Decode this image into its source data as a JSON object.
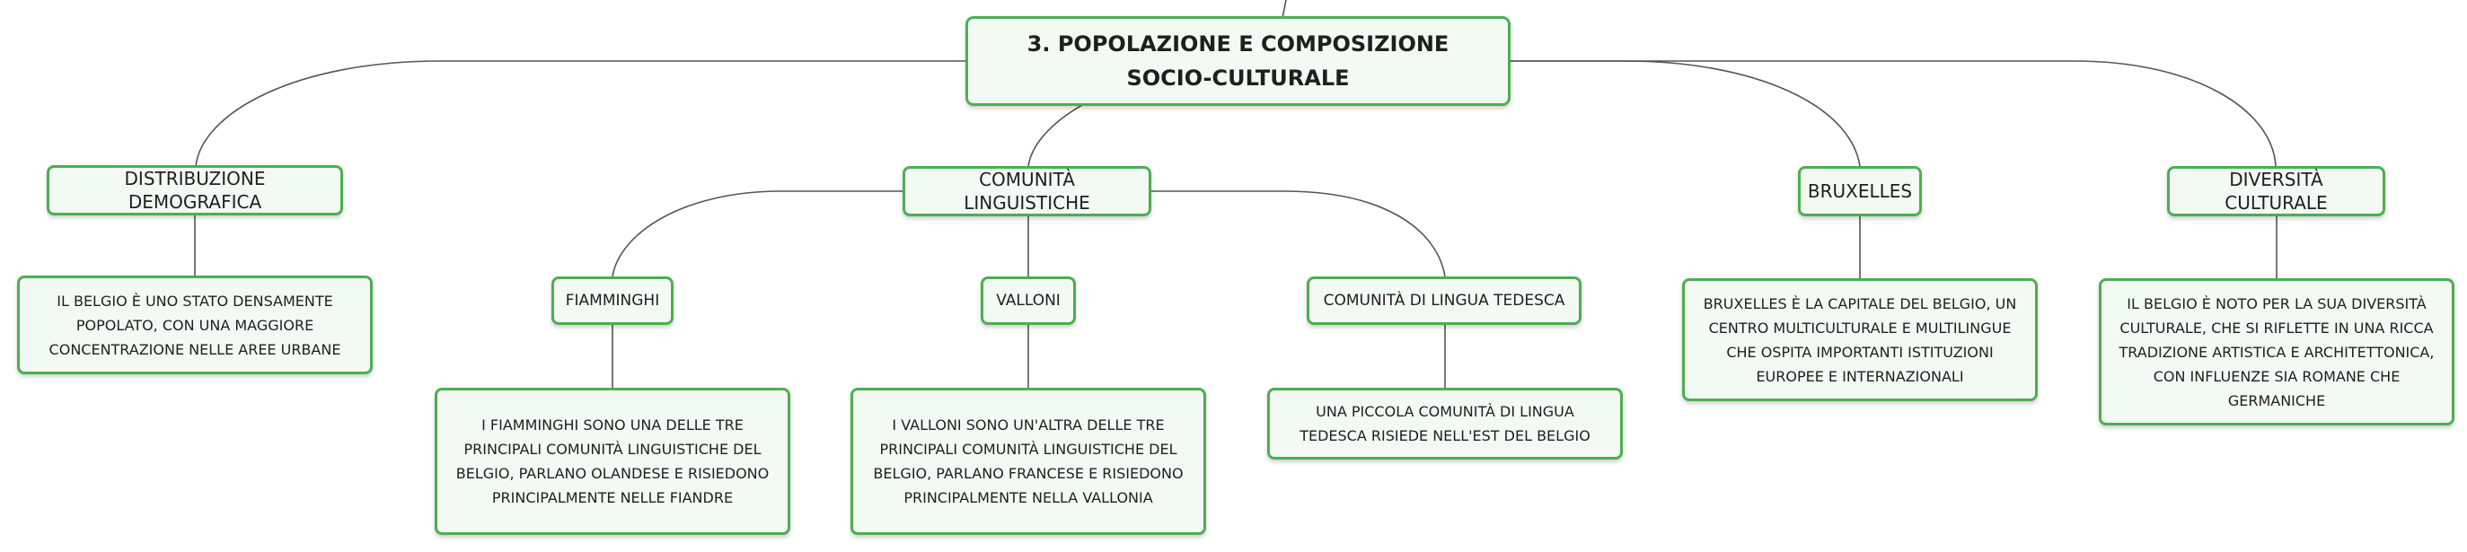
{
  "root": {
    "label": "3. POPOLAZIONE E COMPOSIZIONE SOCIO-CULTURALE"
  },
  "branches": [
    {
      "label": "DISTRIBUZIONE DEMOGRAFICA",
      "detail": "IL BELGIO È UNO STATO DENSAMENTE POPOLATO, CON UNA MAGGIORE CONCENTRAZIONE NELLE AREE URBANE"
    },
    {
      "label": "COMUNITÀ LINGUISTICHE",
      "children": [
        {
          "label": "FIAMMINGHI",
          "detail": "I FIAMMINGHI SONO UNA DELLE TRE PRINCIPALI COMUNITÀ LINGUISTICHE DEL BELGIO, PARLANO OLANDESE E RISIEDONO PRINCIPALMENTE NELLE FIANDRE"
        },
        {
          "label": "VALLONI",
          "detail": "I VALLONI SONO UN'ALTRA DELLE TRE PRINCIPALI COMUNITÀ LINGUISTICHE DEL BELGIO, PARLANO FRANCESE E RISIEDONO PRINCIPALMENTE NELLA VALLONIA"
        },
        {
          "label": "COMUNITÀ DI LINGUA TEDESCA",
          "detail": "UNA PICCOLA COMUNITÀ DI LINGUA TEDESCA RISIEDE NELL'EST DEL BELGIO"
        }
      ]
    },
    {
      "label": "BRUXELLES",
      "detail": "BRUXELLES È LA CAPITALE DEL BELGIO, UN CENTRO MULTICULTURALE E MULTILINGUE CHE OSPITA IMPORTANTI ISTITUZIONI EUROPEE E INTERNAZIONALI"
    },
    {
      "label": "DIVERSITÀ CULTURALE",
      "detail": "IL BELGIO È NOTO PER LA SUA DIVERSITÀ CULTURALE, CHE SI RIFLETTE IN UNA RICCA TRADIZIONE ARTISTICA E ARCHITETTONICA, CON INFLUENZE SIA ROMANE CHE GERMANICHE"
    }
  ]
}
